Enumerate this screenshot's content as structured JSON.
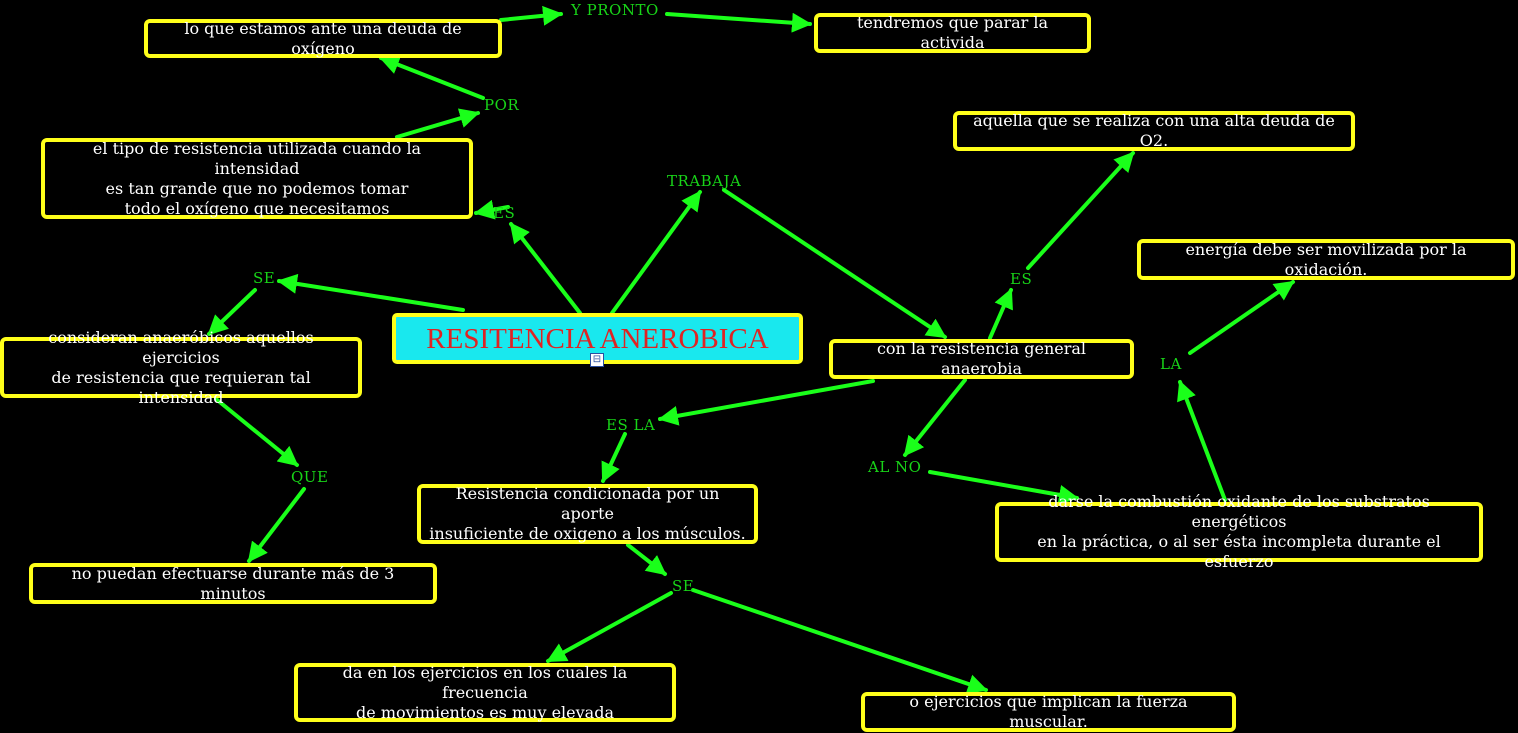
{
  "map": {
    "root": "RESITENCIA ANEROBICA",
    "nodes": {
      "debt_o2": "lo que estamos ante una deuda de oxígeno",
      "stop": "tendremos que parar la activida",
      "definition": "el tipo de resistencia utilizada cuando la intensidad\nes tan grande que no podemos tomar\ntodo el oxígeno que necesitamos",
      "high_debt": "aquella que se realiza con una alta deuda de O2.",
      "energy": "energía debe ser movilizada por la oxidación.",
      "considered": "consideran anaeróbicos aquellos ejercicios\nde resistencia que requieran tal intensidad",
      "general": "con la resistencia general anaerobia",
      "conditioned": "Resistencia condicionada por un aporte\ninsuficiente de oxigeno a los músculos.",
      "combustion": "darse la combustión oxidante de los substratos energéticos\nen la práctica, o al ser ésta incompleta durante el esfuerzo",
      "three_min": "no puedan efectuarse durante más de 3 minutos",
      "frequency": "da en los ejercicios en los cuales la frecuencia\nde movimientos es muy elevada",
      "muscular": "o ejercicios que implican la fuerza muscular."
    },
    "labels": {
      "y_pronto": "Y PRONTO",
      "por": "POR",
      "es_top": "ES",
      "trabaja": "TRABAJA",
      "es_right": "ES",
      "la": "LA",
      "se_left": "SE",
      "es_la": "ES LA",
      "al_no": "AL NO",
      "que": "QUE",
      "se_bottom": "SE"
    },
    "collapse_icon": "collapse-icon"
  },
  "colors": {
    "background": "#000000",
    "node_border": "#ffff1a",
    "node_text": "#ffffff",
    "root_fill": "#19e8ee",
    "root_text": "#e02323",
    "link": "#1aff1a",
    "label_text": "#18d418"
  }
}
